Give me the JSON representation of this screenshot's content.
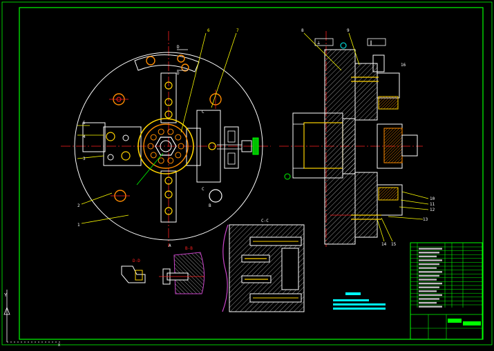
{
  "drawing": {
    "background": "#000000",
    "colors": {
      "frame": "#00ff00",
      "outline": "#ffffff",
      "center_line": "#ff2020",
      "leader": "#ffff00",
      "part_yellow": "#ffd400",
      "part_orange": "#ff8c00",
      "section_magenta": "#cc44cc",
      "highlight_cyan": "#00ffff",
      "title_block_green": "#00ff00"
    },
    "section_labels": {
      "cc": "C-C",
      "bb": "B-B",
      "dd": "D-D"
    },
    "view_markers": {
      "a": "A",
      "b": "B",
      "c": "C",
      "d": "D"
    },
    "balloons_left": [
      "1",
      "2",
      "3",
      "4",
      "5",
      "6",
      "7"
    ],
    "balloons_right": [
      "8",
      "9",
      "10",
      "11",
      "12",
      "13",
      "14",
      "15",
      "16"
    ],
    "tolerance_frames": [
      "⊥",
      "∥"
    ],
    "coordinate_axis": {
      "x": "X",
      "y": "Y"
    }
  }
}
